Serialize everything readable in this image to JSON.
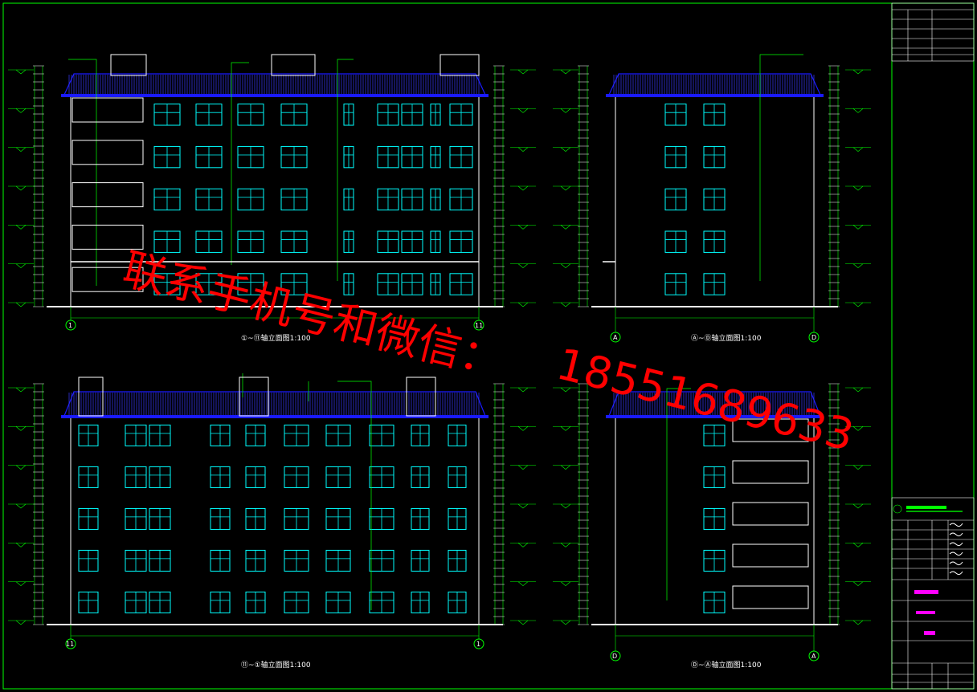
{
  "elevations": [
    {
      "title": "①~⑪轴立面图1:100",
      "left_axis": "1",
      "right_axis": "11"
    },
    {
      "title": "Ⓐ~Ⓓ轴立面图1:100",
      "left_axis": "A",
      "right_axis": "D"
    },
    {
      "title": "⑪~①轴立面图1:100",
      "left_axis": "11",
      "right_axis": "1"
    },
    {
      "title": "Ⓓ~Ⓐ轴立面图1:100",
      "left_axis": "D",
      "right_axis": "A"
    }
  ],
  "watermark": {
    "line1": "联系手机号和微信：",
    "line2": "18551689633"
  },
  "colors": {
    "background": "#000000",
    "frame": "#00ff00",
    "outline": "#ffffff",
    "window": "#00ffff",
    "roof": "#1a1aff",
    "annotation": "#00ff00",
    "watermark": "#ff0000",
    "title_magenta": "#ff00ff"
  }
}
